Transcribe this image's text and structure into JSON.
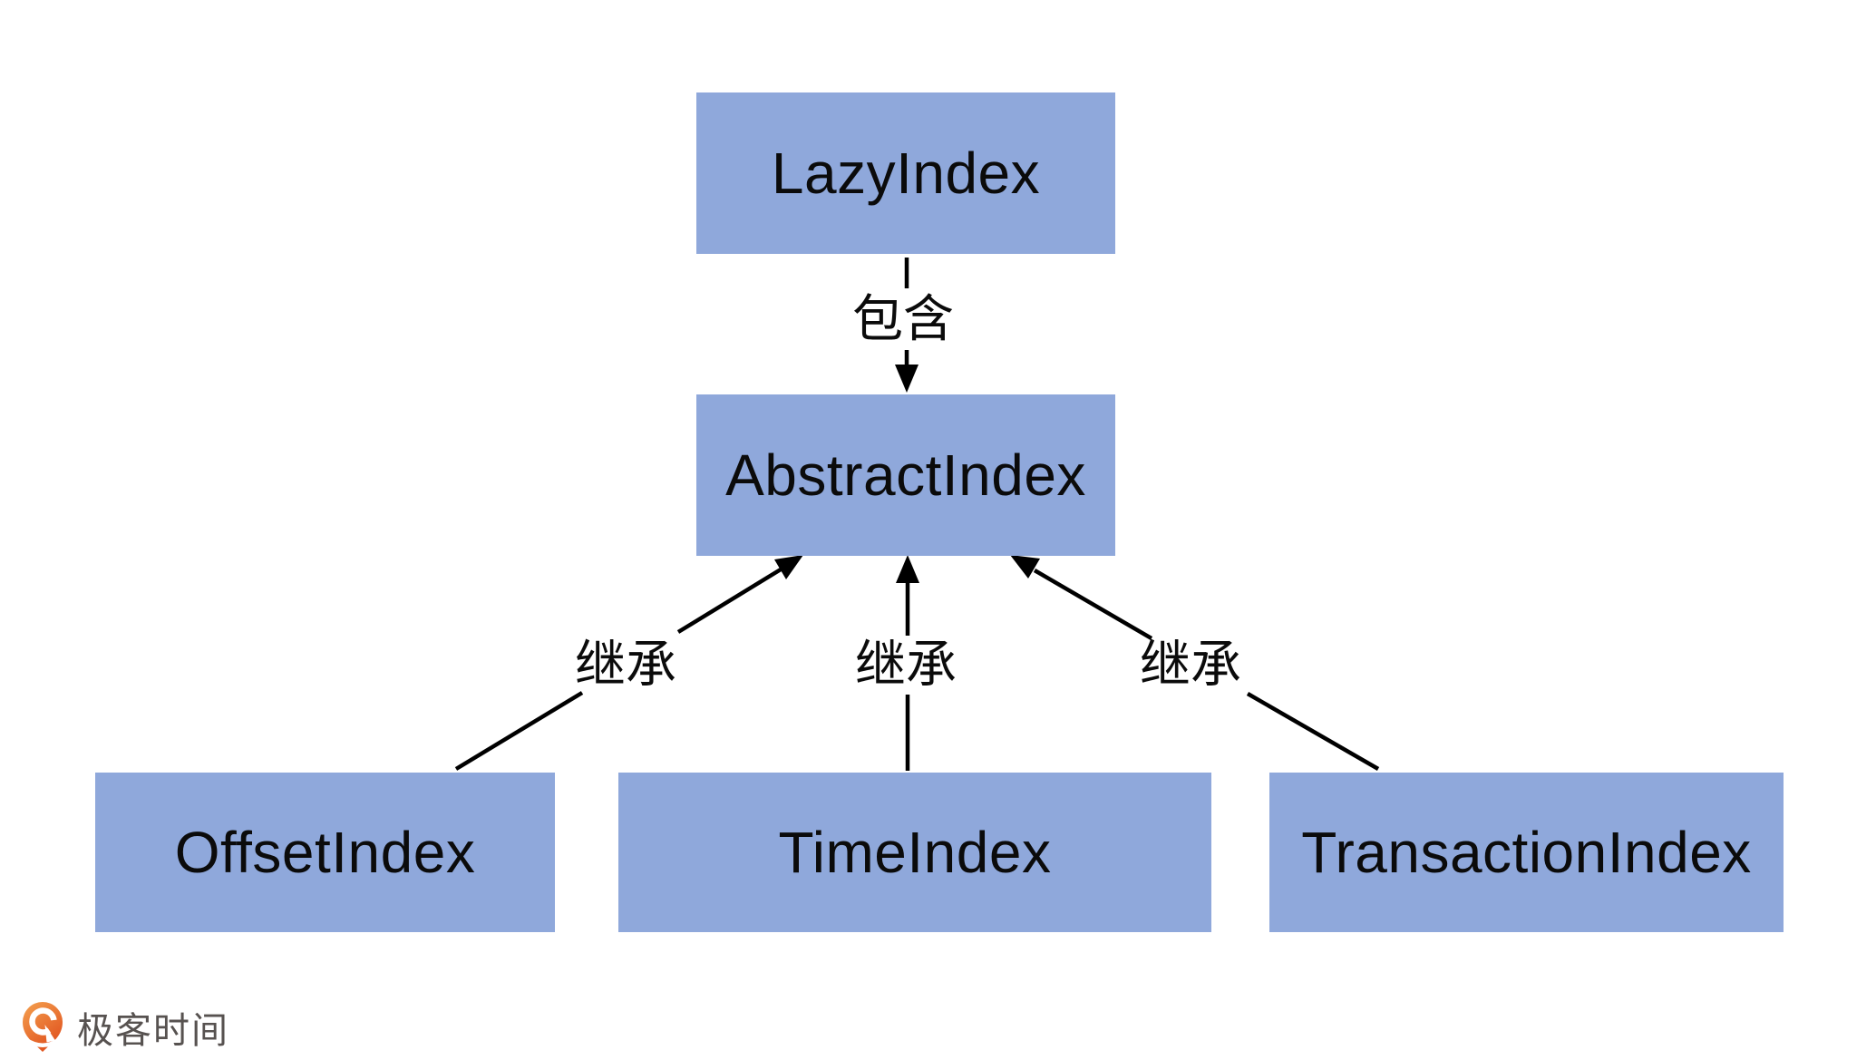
{
  "diagram": {
    "title_hint": "index class relationship diagram",
    "colors": {
      "node_fill": "#8FA8DB",
      "node_text": "#0b0b0b",
      "arrow": "#000000",
      "background": "#ffffff",
      "logo_text_color": "#575250",
      "logo_orange_light": "#F4A14F",
      "logo_orange_dark": "#E1531F"
    },
    "nodes": [
      {
        "id": "lazy",
        "label": "LazyIndex"
      },
      {
        "id": "abstract",
        "label": "AbstractIndex"
      },
      {
        "id": "offset",
        "label": "OffsetIndex"
      },
      {
        "id": "time",
        "label": "TimeIndex"
      },
      {
        "id": "transaction",
        "label": "TransactionIndex"
      }
    ],
    "edges": [
      {
        "from": "LazyIndex",
        "to": "AbstractIndex",
        "label": "包含",
        "relation": "contains",
        "direction": "down"
      },
      {
        "from": "OffsetIndex",
        "to": "AbstractIndex",
        "label": "继承",
        "relation": "inherits",
        "direction": "up-right"
      },
      {
        "from": "TimeIndex",
        "to": "AbstractIndex",
        "label": "继承",
        "relation": "inherits",
        "direction": "up"
      },
      {
        "from": "TransactionIndex",
        "to": "AbstractIndex",
        "label": "继承",
        "relation": "inherits",
        "direction": "up-left"
      }
    ]
  },
  "branding": {
    "logo_text": "极客时间"
  }
}
